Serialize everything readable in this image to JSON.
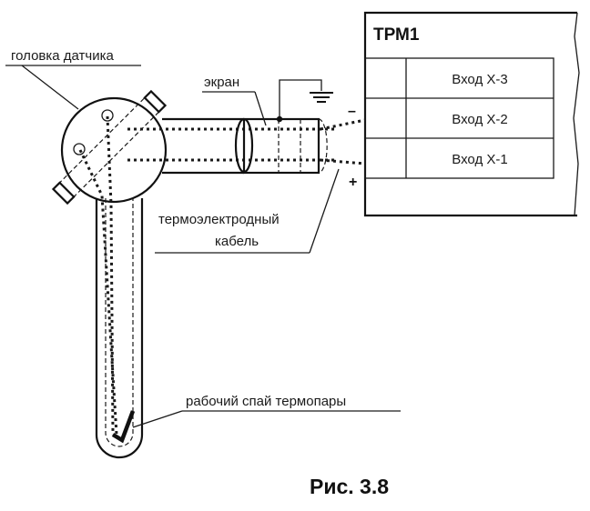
{
  "device": {
    "title": "ТРМ1",
    "inputs": [
      {
        "label": "Вход Х-3"
      },
      {
        "label": "Вход Х-2"
      },
      {
        "label": "Вход Х-1"
      }
    ]
  },
  "labels": {
    "sensor_head": "головка датчика",
    "screen": "экран",
    "cable_line1": "термоэлектродный",
    "cable_line2": "кабель",
    "junction": "рабочий спай термопары"
  },
  "polarity": {
    "minus": "–",
    "plus": "+"
  },
  "caption": "Рис. 3.8"
}
